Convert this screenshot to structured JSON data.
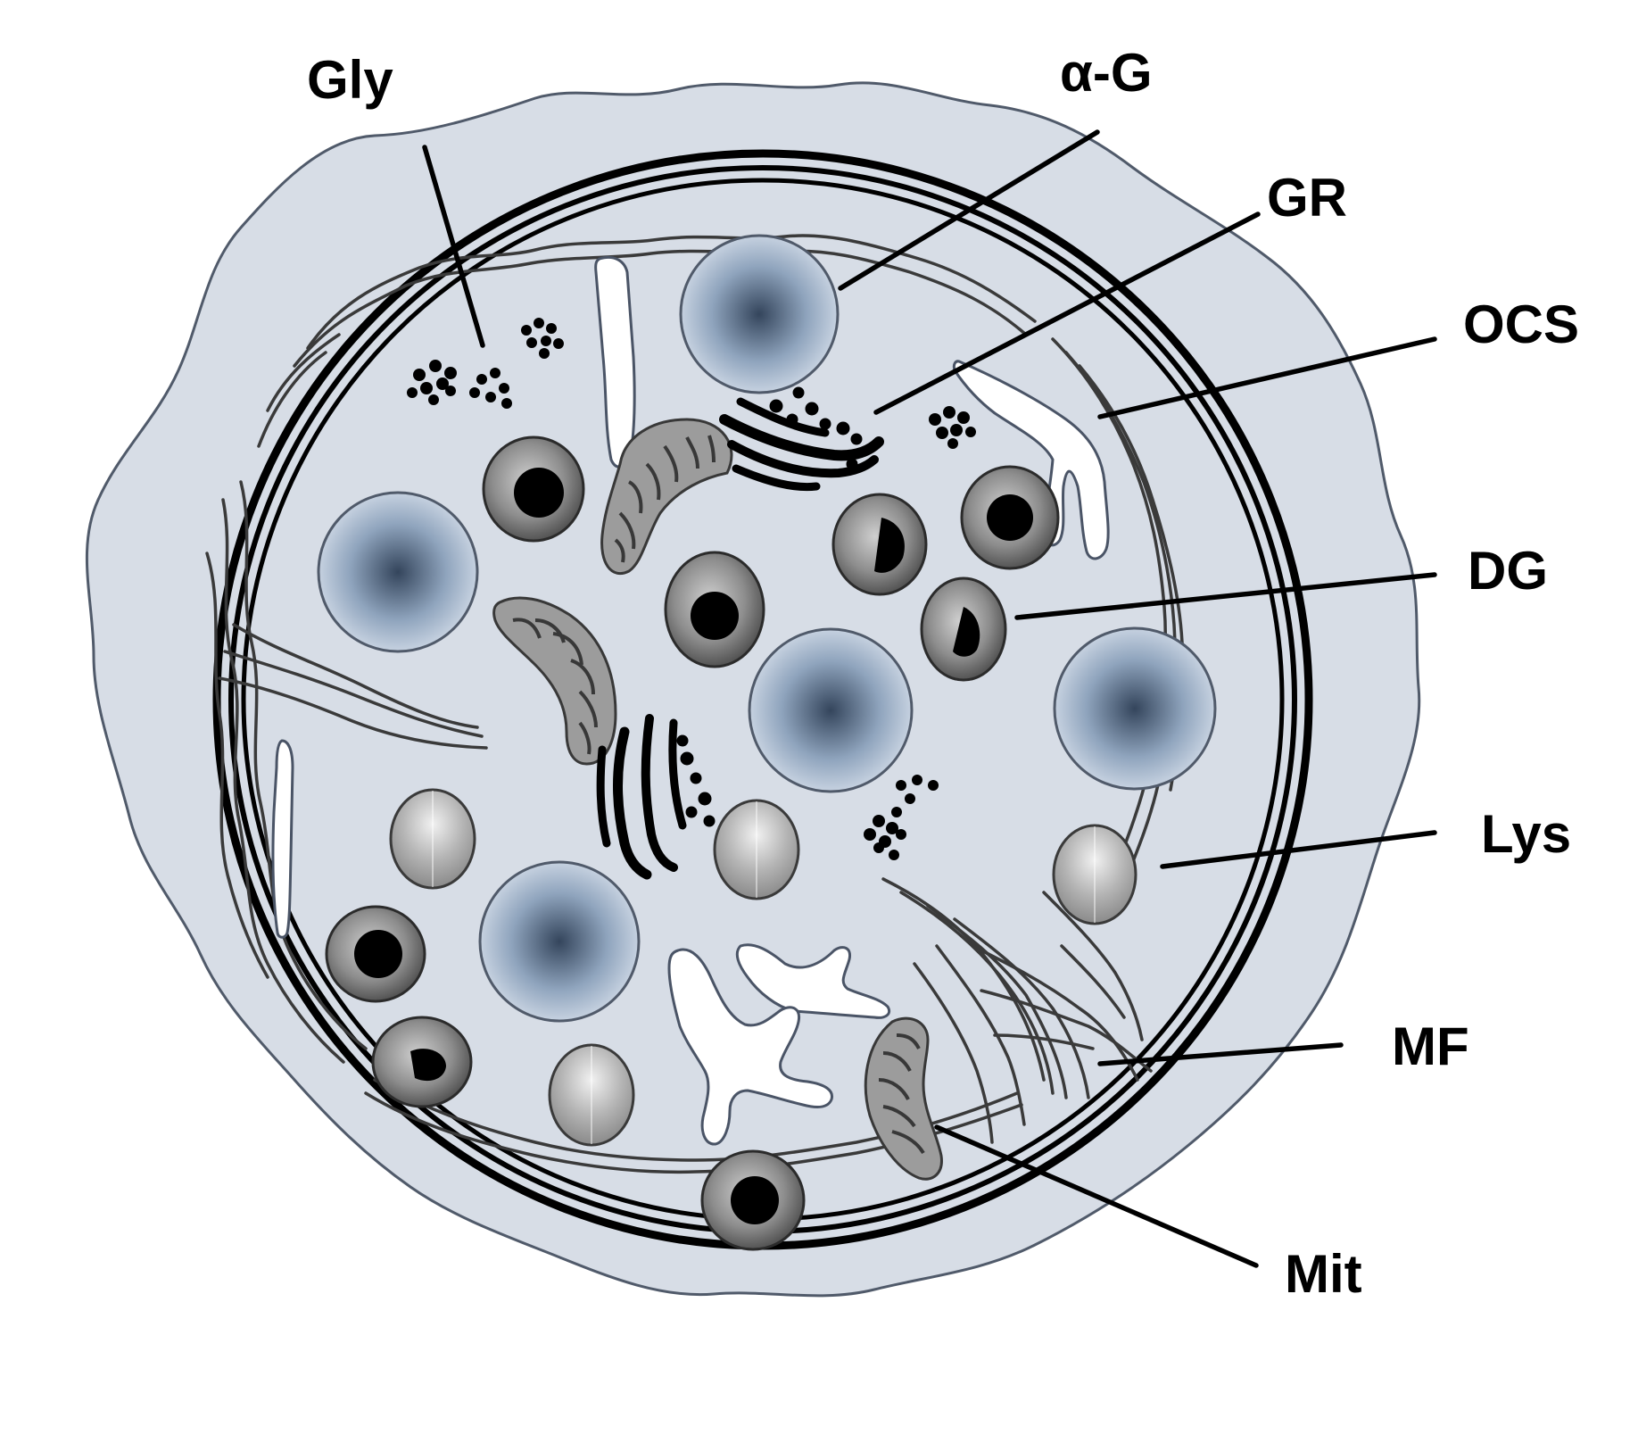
{
  "colors": {
    "cytoplasm": "#d7dde6",
    "outline": "#505a6a",
    "alpha_granule_center": "#34455c",
    "alpha_granule_edge": "#cfd9e6",
    "dense_granule_core": "#000000",
    "dense_granule_shell": "#7a7a7a",
    "lysosome": "#a9a9a9",
    "canalicular_system": "#ffffff",
    "label_text": "#000000"
  },
  "labels": {
    "gly": "Gly",
    "alpha_g": "α-G",
    "gr": "GR",
    "ocs": "OCS",
    "dg": "DG",
    "mf": "MF",
    "lys": "Lys",
    "mit": "Mit"
  },
  "icons": {
    "alpha_granule": "alpha-granule-icon",
    "dense_granule": "dense-granule-icon",
    "lysosome": "lysosome-icon",
    "mitochondrion": "mitochondrion-icon",
    "golgi": "golgi-icon",
    "glycogen": "glycogen-icon",
    "canalicular": "canalicular-system-icon"
  }
}
